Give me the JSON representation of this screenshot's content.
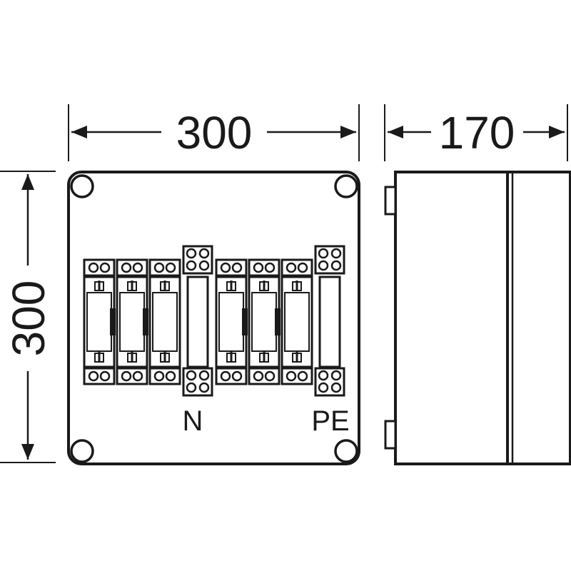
{
  "dimensions": {
    "width": "300",
    "depth": "170",
    "height": "300"
  },
  "labels": {
    "neutral": "N",
    "protective_earth": "PE"
  },
  "colors": {
    "stroke": "#1a1a1a",
    "fill": "#ffffff",
    "panel_fill": "#ffffff"
  }
}
